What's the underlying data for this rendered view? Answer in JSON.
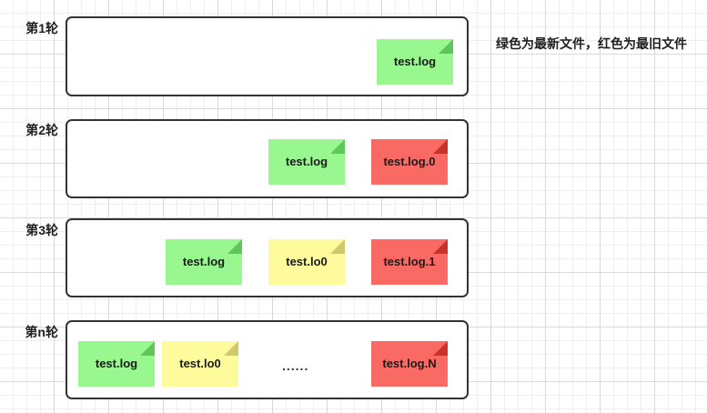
{
  "diagram": {
    "title_note": "绿色为最新文件，红色为最旧文件",
    "colors": {
      "green": "#99F78F",
      "green_fold": "#5FC75A",
      "yellow": "#FDFB9B",
      "yellow_fold": "#CFC96B",
      "red": "#FA6A64",
      "red_fold": "#C9322C",
      "border": "#333333",
      "grid_minor": "#EEEEEE",
      "grid_major": "#D9D9D9",
      "text": "#1F1F1F"
    },
    "ellipsis": "......",
    "rows": [
      {
        "label": "第1轮",
        "files": [
          {
            "name": "test.log",
            "color": "green"
          }
        ]
      },
      {
        "label": "第2轮",
        "files": [
          {
            "name": "test.log",
            "color": "green"
          },
          {
            "name": "test.log.0",
            "color": "red"
          }
        ]
      },
      {
        "label": "第3轮",
        "files": [
          {
            "name": "test.log",
            "color": "green"
          },
          {
            "name": "test.lo0",
            "color": "yellow"
          },
          {
            "name": "test.log.1",
            "color": "red"
          }
        ]
      },
      {
        "label": "第n轮",
        "files": [
          {
            "name": "test.log",
            "color": "green"
          },
          {
            "name": "test.lo0",
            "color": "yellow"
          },
          {
            "name": "test.log.N",
            "color": "red"
          }
        ]
      }
    ]
  }
}
